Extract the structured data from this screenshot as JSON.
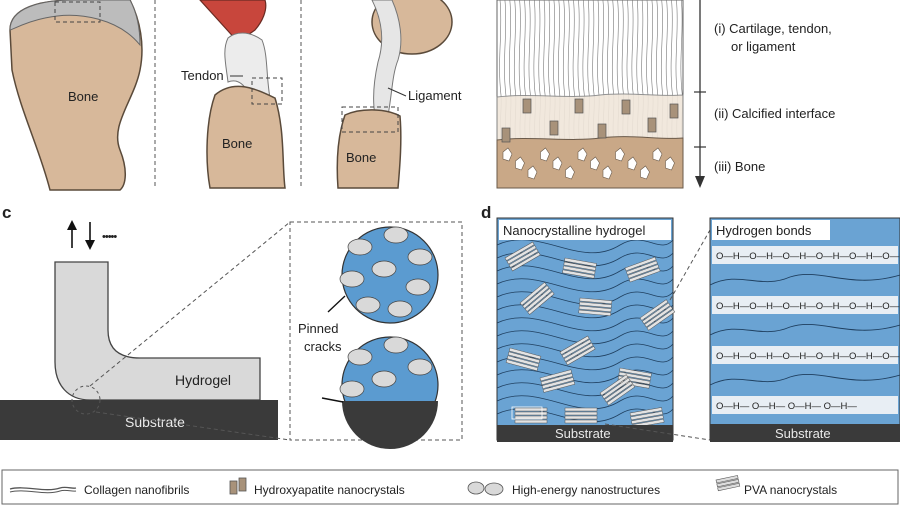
{
  "colors": {
    "bone": "#d7b89a",
    "bone_dark": "#b08a66",
    "hydrogel": "#d9d9d9",
    "substrate": "#3a3a3a",
    "water_blue": "#5b9bd0",
    "muscle": "#c8463c"
  },
  "top_panels": {
    "bone_label_1": "Bone",
    "tendon_label": "Tendon",
    "bone_label_2": "Bone",
    "ligament_label": "Ligament",
    "bone_label_3": "Bone"
  },
  "gradient_scale": {
    "item_1_line1": "(i) Cartilage, tendon,",
    "item_1_line2": "or ligament",
    "item_2": "(ii) Calcified interface",
    "item_3": "(iii) Bone"
  },
  "panel_c": {
    "letter": "c",
    "hydrogel_label": "Hydrogel",
    "substrate_label": "Substrate",
    "pinned_line1": "Pinned",
    "pinned_line2": "cracks",
    "dots": "•••••"
  },
  "panel_d": {
    "letter": "d",
    "nano_title": "Nanocrystalline hydrogel",
    "hbond_title": "Hydrogen bonds",
    "substrate_left": "Substrate",
    "substrate_right": "Substrate",
    "oh_text": "O—H—O—H—O—H—O—H—O—H—O—H—O—H",
    "oh_bottom": "O—H—         O—H—         O—H—         O—H—"
  },
  "legend": {
    "item_1": "Collagen nanofibrils",
    "item_2": "Hydroxyapatite nanocrystals",
    "item_3": "High-energy nanostructures",
    "item_4": "PVA nanocrystals"
  }
}
